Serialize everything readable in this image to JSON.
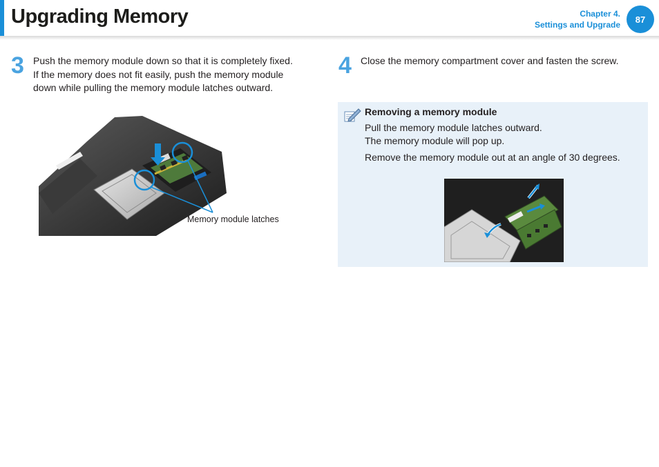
{
  "header": {
    "title": "Upgrading Memory",
    "chapter": "Chapter 4.",
    "section": "Settings and Upgrade",
    "page_number": "87"
  },
  "step3": {
    "number": "3",
    "lines": [
      "Push the memory module down so that it is completely fixed.",
      "If the memory does not fit easily, push the memory module",
      "down while pulling the memory module latches outward."
    ],
    "callout": "Memory module latches"
  },
  "step4": {
    "number": "4",
    "text": "Close the memory compartment cover and fasten the screw."
  },
  "note": {
    "icon": "note-pencil-icon",
    "title": "Removing a memory module",
    "lines": [
      "Pull the memory module latches outward.",
      "The memory module will pop up.",
      "Remove the memory module out at an angle of 30 degrees."
    ]
  },
  "colors": {
    "accent": "#1a8fd8",
    "step_number": "#4aa3e0",
    "note_background": "#e8f1f9"
  }
}
